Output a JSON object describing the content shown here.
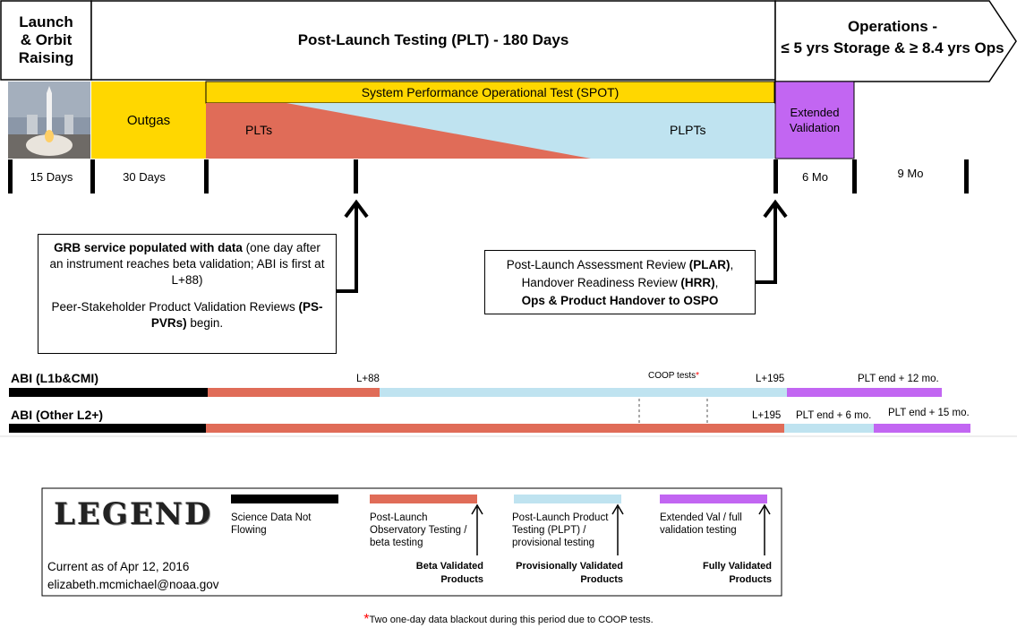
{
  "colors": {
    "black": "#000000",
    "salmon": "#e06c58",
    "light_blue": "#bfe3f0",
    "purple": "#c266f2",
    "yellow": "#ffd700",
    "photo": "#8b97a8",
    "red_asterisk": "#ff0000"
  },
  "phases": {
    "launch": "Launch & Orbit Raising",
    "plt": "Post-Launch Testing (PLT) - 180 Days",
    "ops_line1": "Operations -",
    "ops_line2": "≤ 5 yrs Storage & ≥ 8.4 yrs Ops"
  },
  "bands": {
    "launch_photo": "rocket-launch-photo",
    "outgas": "Outgas",
    "spot": "System Performance Operational Test (SPOT)",
    "plts": "PLTs",
    "plpts": "PLPTs",
    "extended_validation": "Extended Validation"
  },
  "durations": {
    "d1": "15 Days",
    "d2": "30 Days",
    "d3": "6 Mo",
    "d4": "9 Mo"
  },
  "callouts": {
    "grb_bold": "GRB service populated with data",
    "grb_rest": " (one day after an instrument reaches beta validation; ABI is first at L+88)",
    "pvr_text": "Peer-Stakeholder Product Validation Reviews ",
    "pvr_bold": "(PS-PVRs)",
    "pvr_end": " begin.",
    "plar_text": "Post-Launch Assessment Review ",
    "plar_bold": "(PLAR)",
    "plar_comma": ",",
    "hrr_text": "Handover Readiness Review ",
    "hrr_bold": "(HRR)",
    "hrr_comma": ",",
    "handover_bold": "Ops & Product Handover to OSPO"
  },
  "timelines": {
    "row1": {
      "label": "ABI (L1b&CMI)",
      "l88": "L+88",
      "coop": "COOP tests",
      "asterisk": "*",
      "l195": "L+195",
      "end": "PLT end + 12 mo."
    },
    "row2": {
      "label": "ABI (Other L2+)",
      "l195": "L+195",
      "mid": "PLT end + 6 mo.",
      "end": "PLT end + 15 mo."
    }
  },
  "legend": {
    "title": "LEGEND",
    "current": "Current as of Apr 12, 2016",
    "email": "elizabeth.mcmichael@noaa.gov",
    "items": [
      {
        "desc": "Science Data Not Flowing",
        "result": ""
      },
      {
        "desc": "Post-Launch Observatory Testing / beta testing",
        "result": "Beta Validated Products"
      },
      {
        "desc": "Post-Launch Product Testing (PLPT) / provisional testing",
        "result": "Provisionally Validated Products"
      },
      {
        "desc": "Extended Val / full validation testing",
        "result": "Fully Validated Products"
      }
    ]
  },
  "footnote": {
    "asterisk": "*",
    "text": " Two one-day data blackout during this period due to COOP tests."
  }
}
